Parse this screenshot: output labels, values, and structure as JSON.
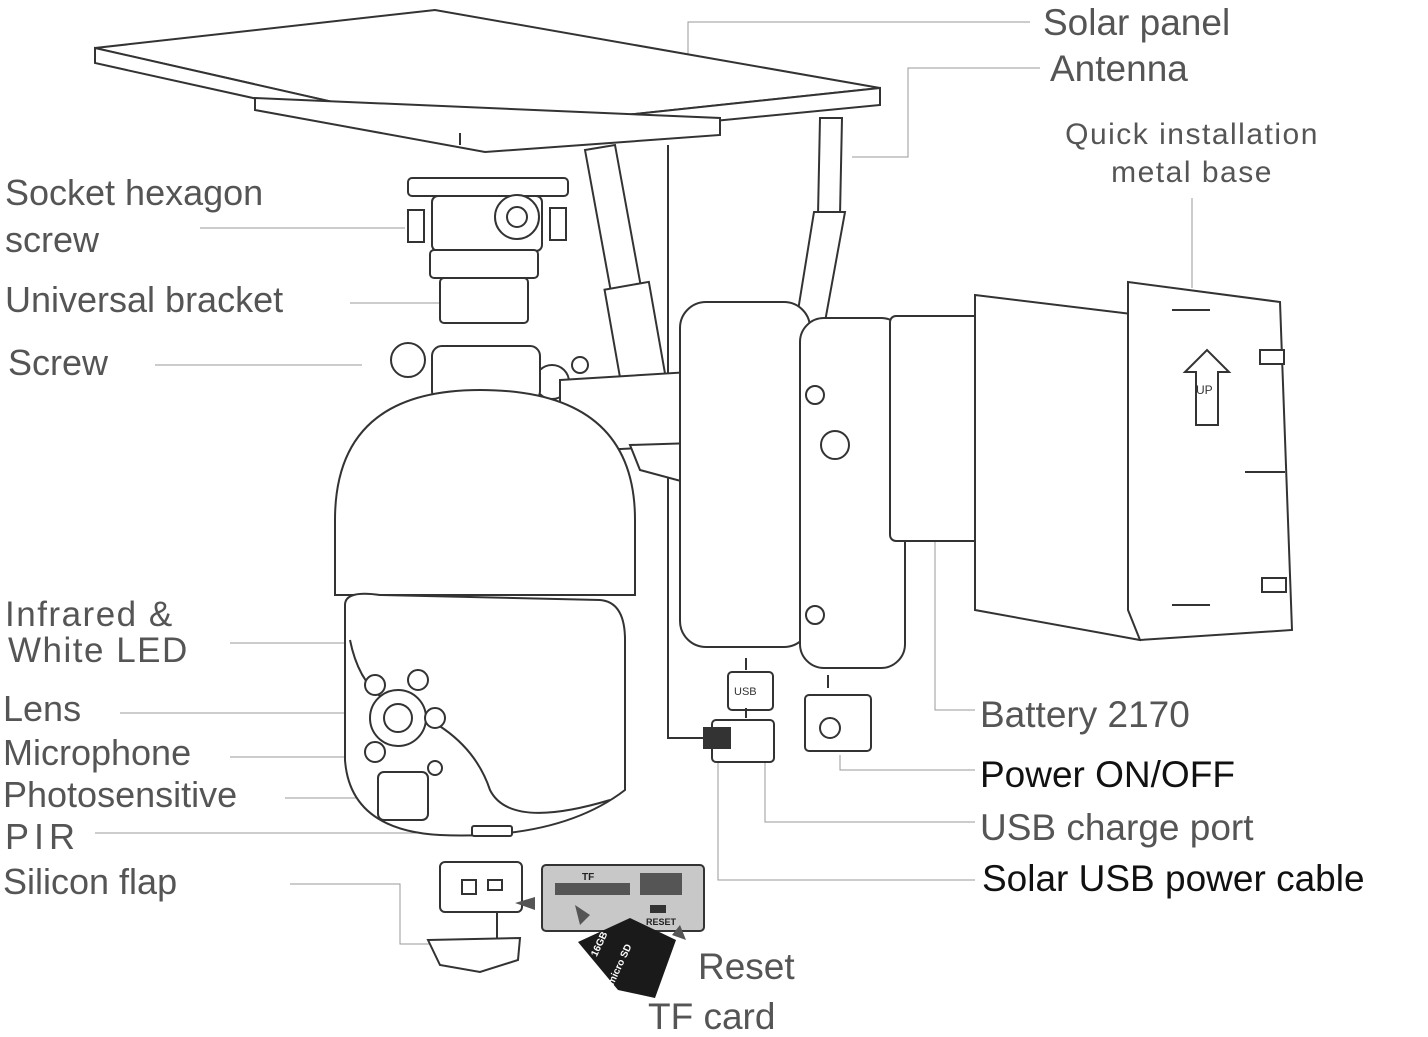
{
  "labels": {
    "solar_panel": "Solar panel",
    "antenna": "Antenna",
    "quick_install_line1": "Quick installation",
    "quick_install_line2": "metal base",
    "socket_line1": "Socket hexagon",
    "socket_line2": "screw",
    "universal_bracket": "Universal bracket",
    "screw": "Screw",
    "infrared_line1": "Infrared &",
    "infrared_line2": "White LED",
    "lens": "Lens",
    "microphone": "Microphone",
    "photosensitive": "Photosensitive",
    "pir": "PIR",
    "silicon_flap": "Silicon flap",
    "battery": "Battery 2170",
    "power_onoff": "Power ON/OFF",
    "usb_charge_port": "USB charge port",
    "solar_usb_cable": "Solar USB power cable",
    "reset": "Reset",
    "tf_card": "TF card"
  },
  "component_text": {
    "up_arrow": "UP",
    "usb_port": "USB",
    "tf_slot": "TF",
    "reset_button": "RESET",
    "sd_card": "16GB",
    "sd_type": "micro SD"
  },
  "colors": {
    "label_text": "#555555",
    "label_text_emphasis": "#111111",
    "line_art": "#333333",
    "leader_line": "#9a9a9a",
    "slot_panel": "#c8c8c8",
    "card_black": "#1a1a1a"
  }
}
